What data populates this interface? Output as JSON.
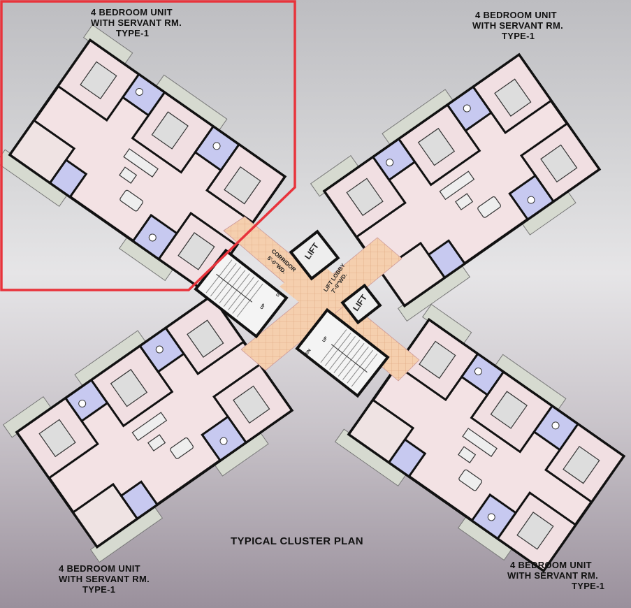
{
  "plan_title": "TYPICAL CLUSTER PLAN",
  "units": [
    {
      "position": "top-left",
      "line1": "4 BEDROOM UNIT",
      "line2": "WITH SERVANT RM.",
      "line3": "TYPE-1",
      "highlighted": true
    },
    {
      "position": "top-right",
      "line1": "4 BEDROOM UNIT",
      "line2": "WITH SERVANT RM.",
      "line3": "TYPE-1",
      "highlighted": false
    },
    {
      "position": "bottom-left",
      "line1": "4 BEDROOM UNIT",
      "line2": "WITH SERVANT RM.",
      "line3": "TYPE-1",
      "highlighted": false
    },
    {
      "position": "bottom-right",
      "line1": "4 BEDROOM UNIT",
      "line2": "WITH SERVANT RM.",
      "line3": "TYPE-1",
      "highlighted": false
    }
  ],
  "core": {
    "lift_1": "LIFT",
    "lift_2": "LIFT",
    "corridor": "CORRIDOR",
    "corridor_width": "5'-0\"WD.",
    "lift_lobby": "LIFT LOBBY",
    "lift_lobby_width": "7'-0\"WD.",
    "stair_1_up": "UP",
    "stair_1_dn": "DN",
    "stair_2_up": "UP",
    "stair_2_dn": "DN"
  },
  "colors": {
    "highlight": "#e8333b",
    "room_fill": "#f3e2e4",
    "bath_fill": "#c7c9f0",
    "balcony_fill": "#d6dad0",
    "corridor_fill": "#f5cfae",
    "wall": "#111111"
  }
}
